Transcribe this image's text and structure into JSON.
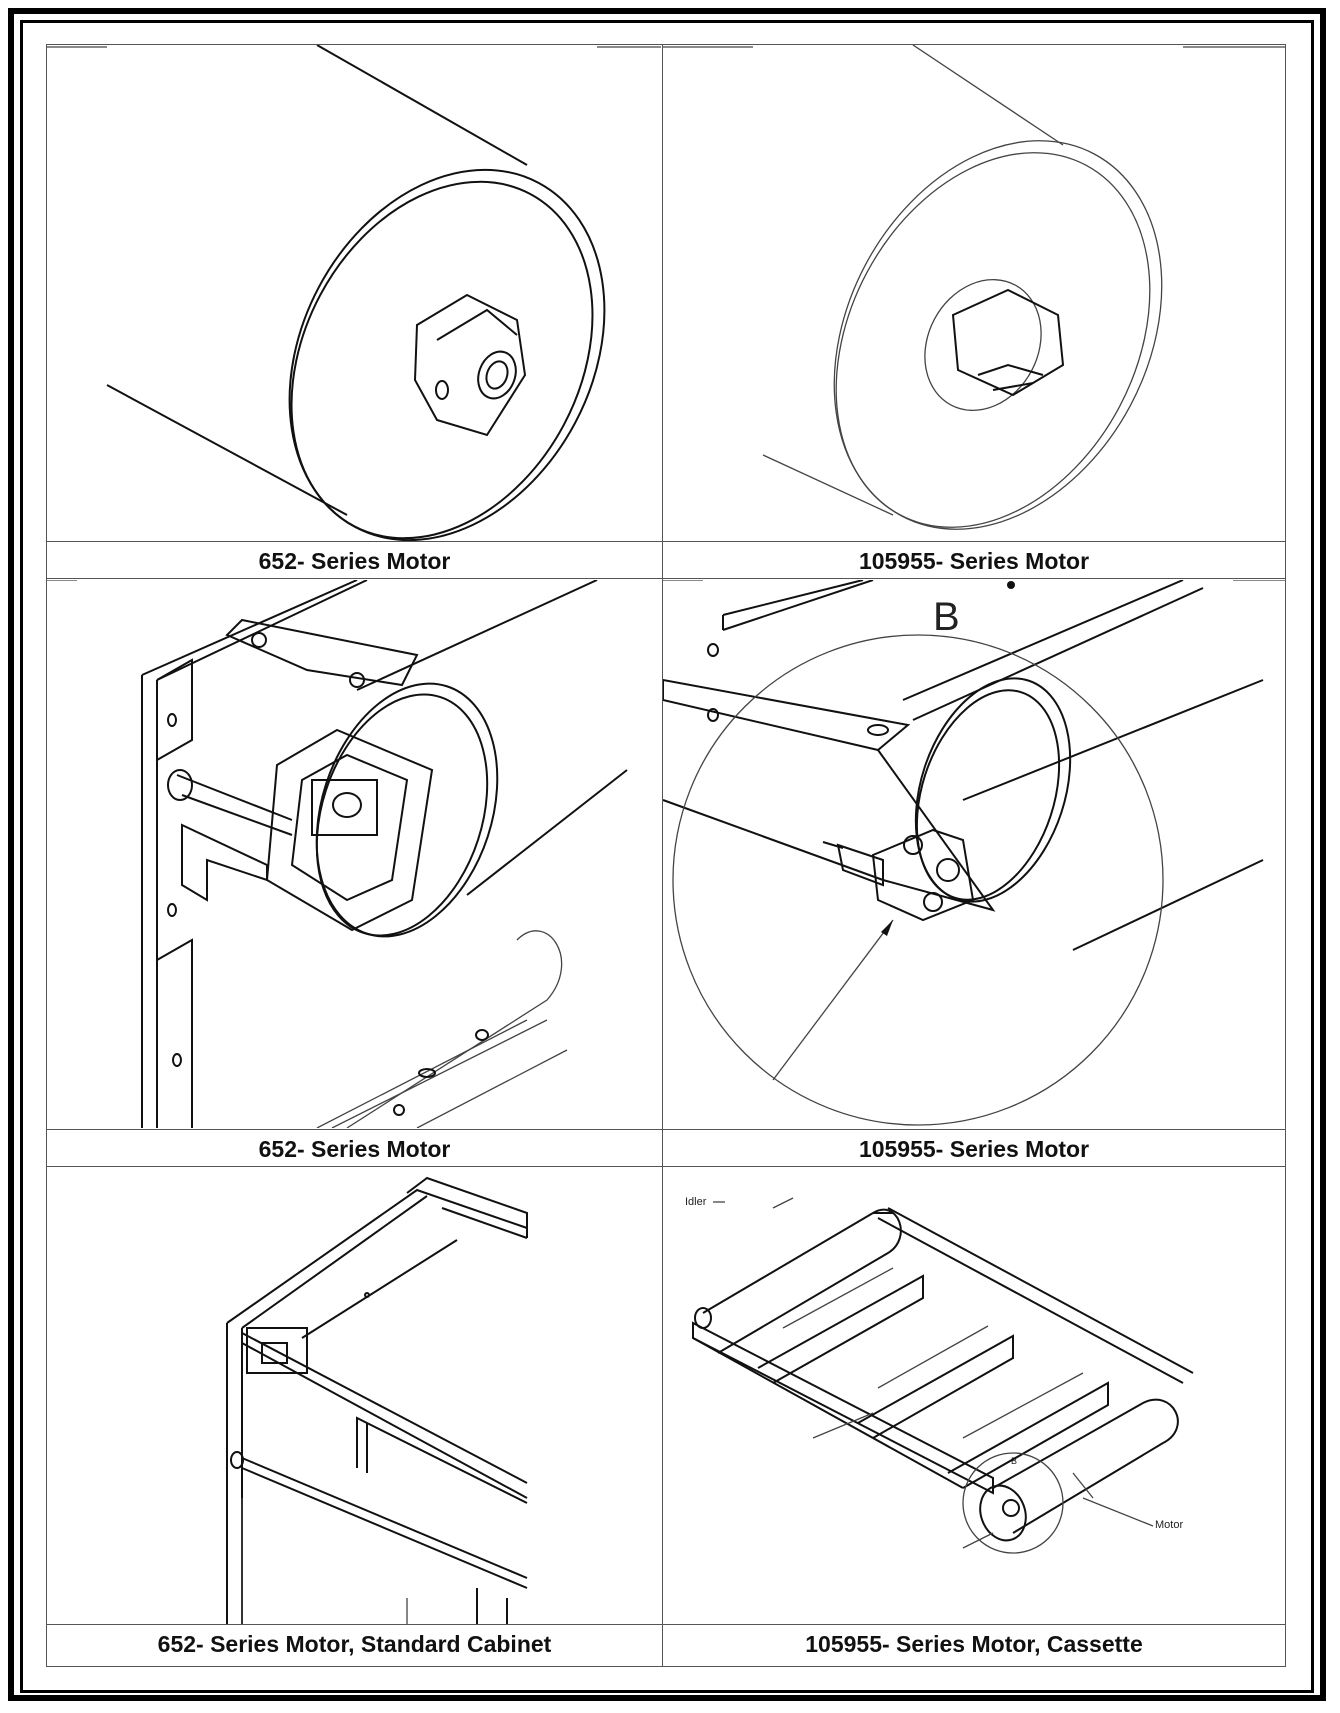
{
  "captions": {
    "r1c1": "652- Series Motor",
    "r1c2": "105955- Series Motor",
    "r2c1": "652- Series Motor",
    "r2c2": "105955- Series Motor",
    "r3c1": "652- Series Motor, Standard Cabinet",
    "r3c2": "105955- Series Motor, Cassette"
  },
  "labels": {
    "detail_view": "B",
    "idler": "Idler",
    "motor": "Motor",
    "detail_small": "B"
  }
}
